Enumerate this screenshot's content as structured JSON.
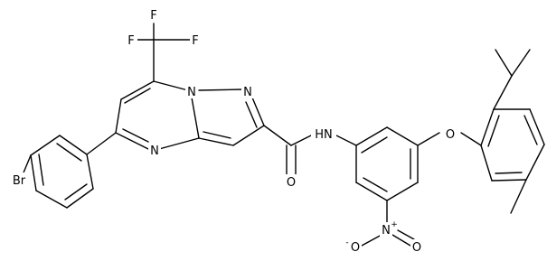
{
  "figure": {
    "type": "chemical-structure-diagram",
    "background_color": "#ffffff",
    "line_color": "#000000"
  },
  "atoms": {
    "F1": "F",
    "F2": "F",
    "F3": "F",
    "Br": "Br",
    "N_ring1": "N",
    "N_ring2": "N",
    "N_ring3": "N",
    "N_amide": "N",
    "H_amide": "H",
    "O_carbonyl": "O",
    "O_ether": "O",
    "N_nitro": "N",
    "N_nitro_charge": "+",
    "O_nitro_top": "O",
    "O_nitro_top_charge": "-",
    "O_nitro_right": "O"
  }
}
